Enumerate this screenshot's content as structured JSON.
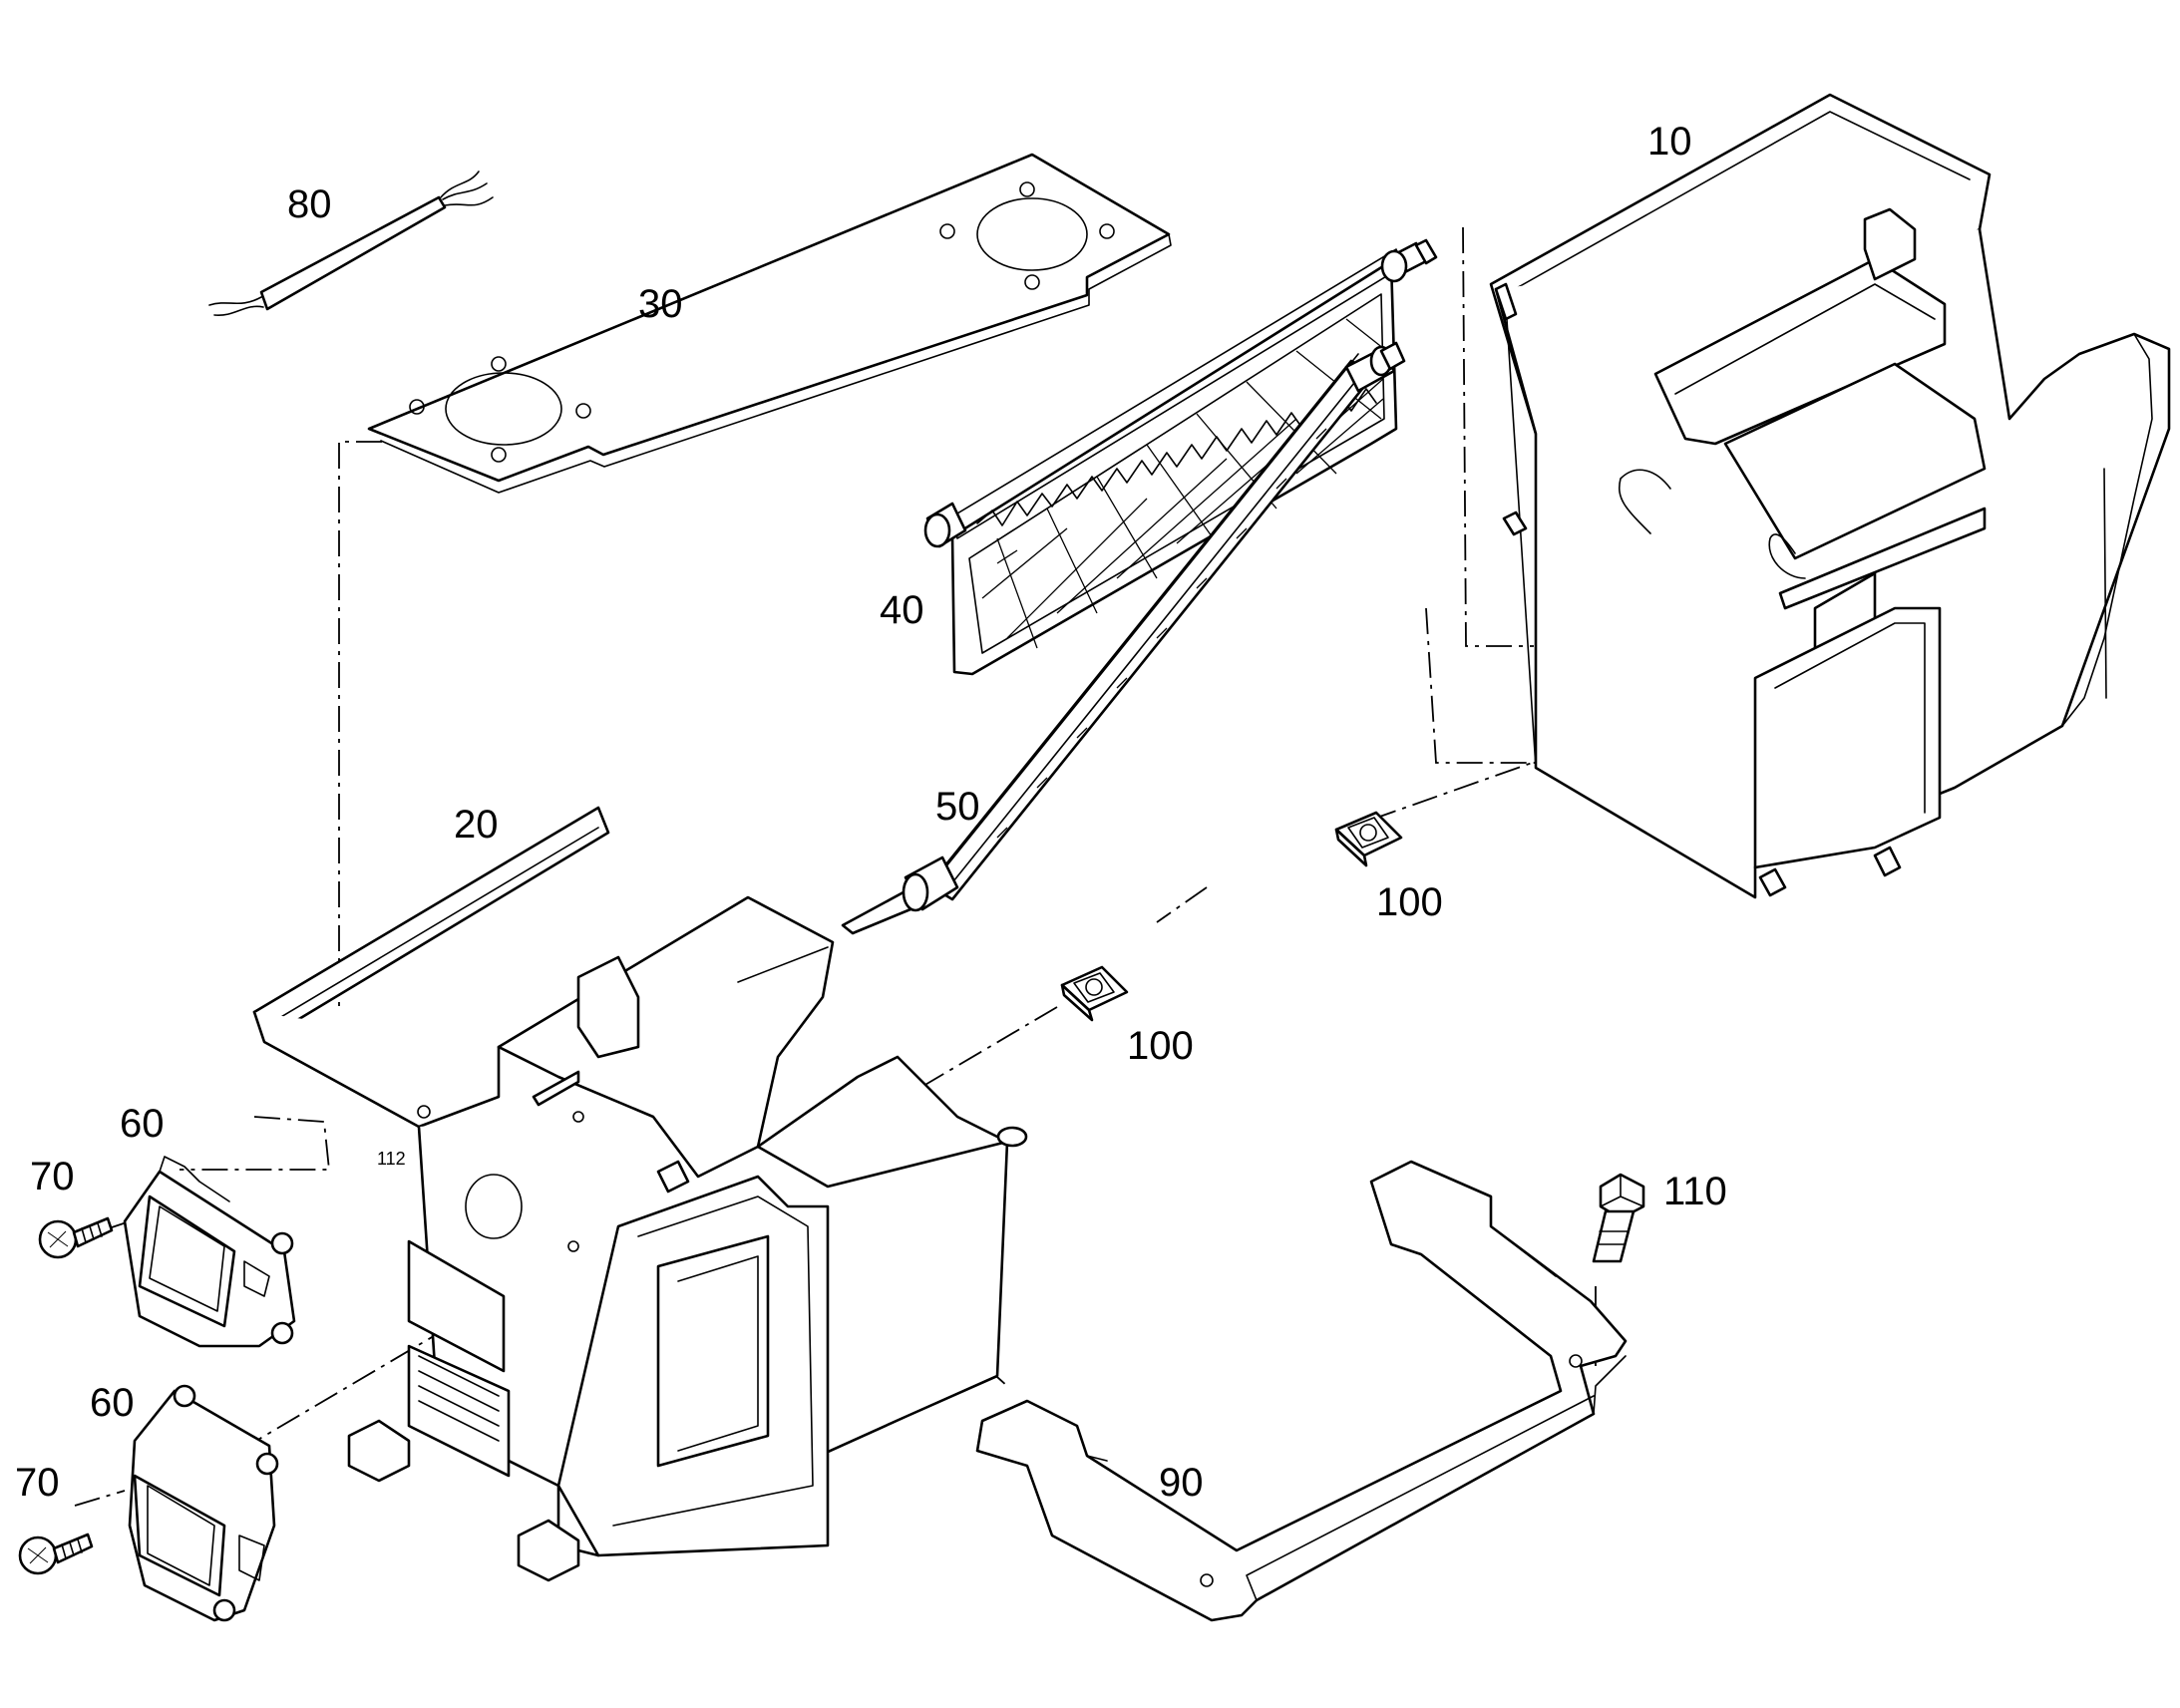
{
  "callouts": {
    "c10": "10",
    "c20": "20",
    "c30": "30",
    "c40": "40",
    "c50": "50",
    "c60a": "60",
    "c60b": "60",
    "c70a": "70",
    "c70b": "70",
    "c80": "80",
    "c90": "90",
    "c100a": "100",
    "c100b": "100",
    "c110": "110"
  },
  "markings": {
    "housing_mark": "112"
  },
  "colors": {
    "line": "#000000",
    "background": "#ffffff"
  }
}
